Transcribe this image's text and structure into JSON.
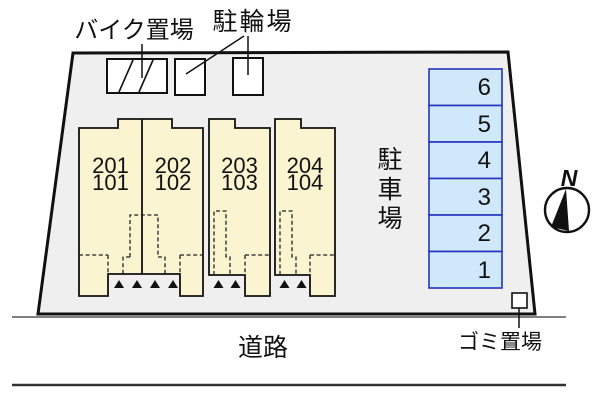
{
  "site": {
    "areas": {
      "bike_parking_label": "バイク置場",
      "bicycle_parking_label": "駐輪場",
      "car_parking_chars": [
        "駐",
        "車",
        "場"
      ],
      "trash_label": "ゴミ置場",
      "road_label": "道路"
    },
    "compass": {
      "north_label": "N"
    },
    "buildings": [
      {
        "upper": "201",
        "lower": "101"
      },
      {
        "upper": "202",
        "lower": "102"
      },
      {
        "upper": "203",
        "lower": "103"
      },
      {
        "upper": "204",
        "lower": "104"
      }
    ],
    "parking_stalls": [
      "6",
      "5",
      "4",
      "3",
      "2",
      "1"
    ],
    "colors": {
      "site_fill": "#efefef",
      "building_fill": "#faf4d0",
      "stall_fill": "#cfe9fb",
      "stall_border": "#2433c0",
      "outline": "#111111"
    }
  }
}
